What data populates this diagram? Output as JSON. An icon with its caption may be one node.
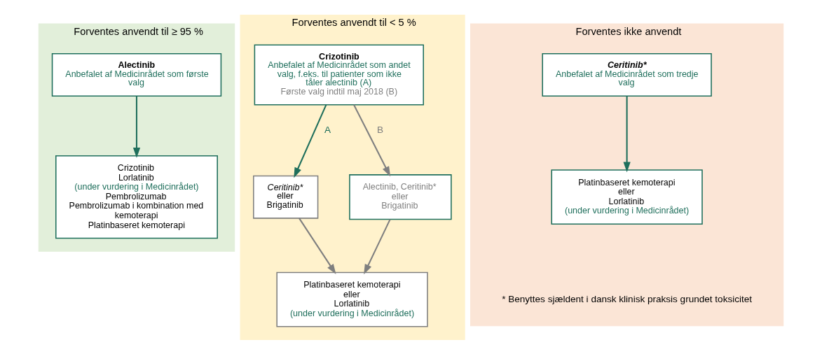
{
  "diagram": {
    "nodes": [
      {
        "text": [
          "Forventes anvendt til ≥ 95 %"
        ]
      },
      {
        "text": [
          "Alectinib",
          "Anbefalet af Medicinrådet som første valg"
        ],
        "in": 0
      },
      {
        "text": [
          "Crizotinib",
          "Lorlatinib",
          "(under vurdering i Medicinrådet)",
          "Pembrolizumab",
          "Pembrolizumab i kombination med kemoterapi",
          "Platinbaseret kemoterapi"
        ],
        "in": 0
      },
      {
        "text": [
          "Forventes anvendt til < 5 %"
        ]
      },
      {
        "text": [
          "Crizotinib",
          "Anbefalet af Medicinrådet som andet valg, f.eks. til patienter som ikke tåler alectinib (A)",
          "Første valg indtil maj 2018 (B)"
        ],
        "in": 3
      },
      {
        "text": [
          "Ceritinib*",
          "eller",
          "Brigatinib"
        ],
        "in": 3
      },
      {
        "text": [
          "Alectinib, Ceritinib*",
          "eller",
          "Brigatinib"
        ],
        "in": 3
      },
      {
        "text": [
          "Platinbaseret kemoterapi",
          "eller",
          "Lorlatinib",
          "(under vurdering i Medicinrådet)"
        ],
        "in": 3
      },
      {
        "text": [
          "Forventes ikke anvendt"
        ]
      },
      {
        "text": [
          "Ceritinib*",
          "Anbefalet af Medicinrådet som tredje valg"
        ],
        "in": 8
      },
      {
        "text": [
          "Platinbaseret kemoterapi",
          "eller",
          "Lorlatinib",
          "(under vurdering i Medicinrådet)"
        ],
        "in": 8
      }
    ],
    "edges": [
      {
        "from": 1,
        "to": 2,
        "arrow": "to",
        "color": "#1f6f5c"
      },
      {
        "from": 4,
        "to": 5,
        "arrow": "to",
        "label": "A",
        "color": "#1f6f5c"
      },
      {
        "from": 4,
        "to": 6,
        "arrow": "to",
        "label": "B",
        "color": "#7f7f7f"
      },
      {
        "from": 5,
        "to": 7,
        "arrow": "to",
        "color": "#7f7f7f"
      },
      {
        "from": 6,
        "to": 7,
        "arrow": "to",
        "color": "#7f7f7f"
      },
      {
        "from": 9,
        "to": 10,
        "arrow": "to",
        "color": "#1f6f5c"
      }
    ],
    "labels": [
      "* Benyttes sjældent i dansk klinisk praksis grundet toksicitet"
    ]
  }
}
